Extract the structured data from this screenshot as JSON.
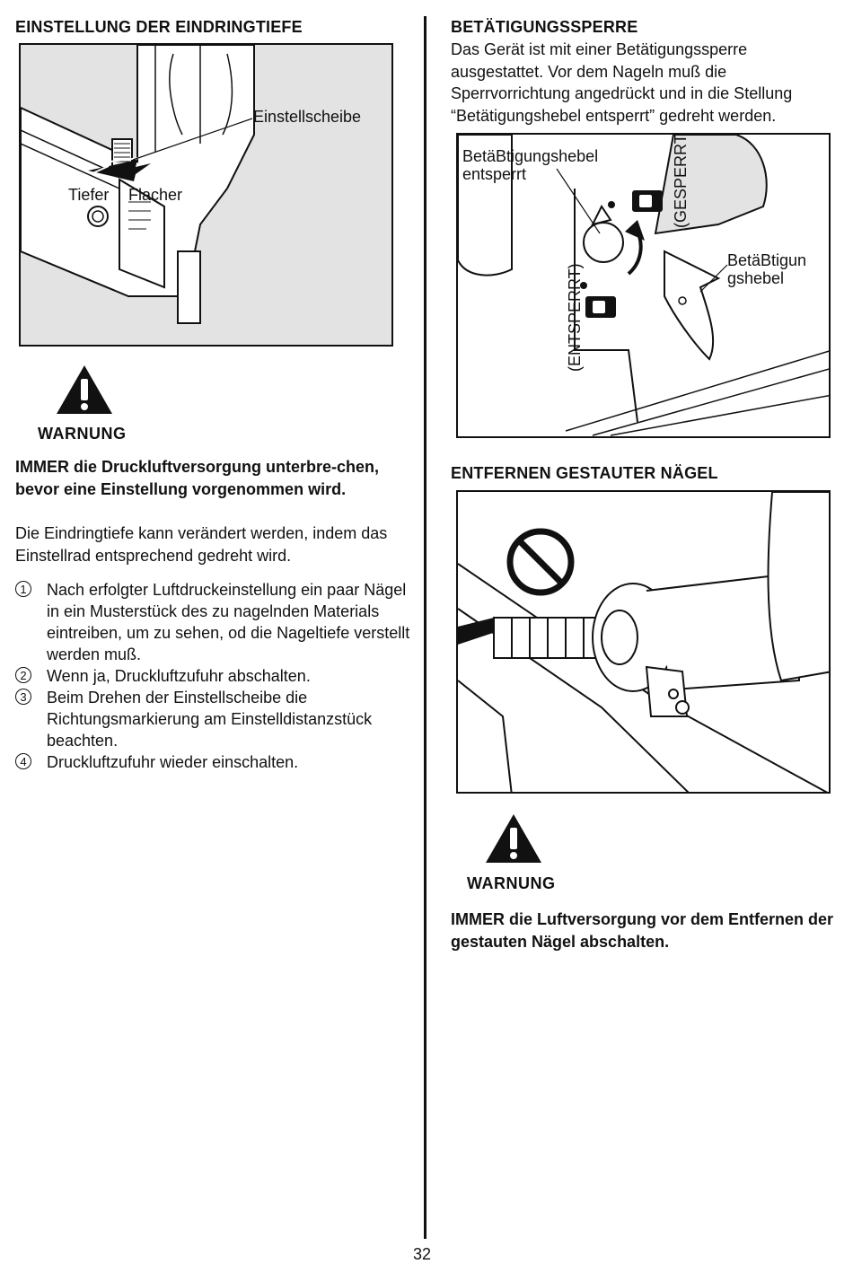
{
  "left": {
    "heading": "EINSTELLUNG DER EINDRINGTIEFE",
    "figure": {
      "label_disc": "Einstellscheibe",
      "label_deeper": "Tiefer",
      "label_shallower": "Flacher"
    },
    "warning": {
      "icon": "warning-triangle-icon",
      "label": "WARNUNG",
      "bold_text": "IMMER die Druckluftversorgung unterbre-chen, bevor eine Einstellung vorgenommen wird.",
      "text": "Die Eindringtiefe kann verändert werden, indem das Einstellrad entsprechend gedreht wird."
    },
    "steps": [
      {
        "num": "1",
        "text": "Nach erfolgter Luftdruckeinstellung ein paar Nägel in ein Musterstück des zu nagelnden Materials eintreiben, um zu sehen, od die Nageltiefe verstellt werden muß."
      },
      {
        "num": "2",
        "text": "Wenn ja, Druckluftzufuhr abschalten."
      },
      {
        "num": "3",
        "text": "Beim Drehen der Einstellscheibe die Richtungsmarkierung am Einstelldistanzstück beachten."
      },
      {
        "num": "4",
        "text": "Druckluftzufuhr wieder einschalten."
      }
    ]
  },
  "right": {
    "heading_lock": "BETÄTIGUNGSSPERRE",
    "lock_text": "Das Gerät ist mit einer Betätigungssperre ausgestattet. Vor dem Nageln muß die Sperrvorrichtung angedrückt und in die Stellung “Betätigungshebel entsperrt” gedreht werden.",
    "lock_figure": {
      "label_unlocked_line1": "BetäBtigungshebel",
      "label_unlocked_line2": "entsperrt",
      "label_locked": "(GESPERRT)",
      "label_open": "(ENTSPERRT)",
      "label_trigger_line1": "BetäBtigun",
      "label_trigger_line2": "gshebel"
    },
    "heading_jam": "ENTFERNEN GESTAUTER NÄGEL",
    "warning": {
      "icon": "warning-triangle-icon",
      "label": "WARNUNG",
      "bold_text": "IMMER die Luftversorgung vor dem Entfernen der gestauten Nägel abschalten."
    }
  },
  "page_number": "32"
}
